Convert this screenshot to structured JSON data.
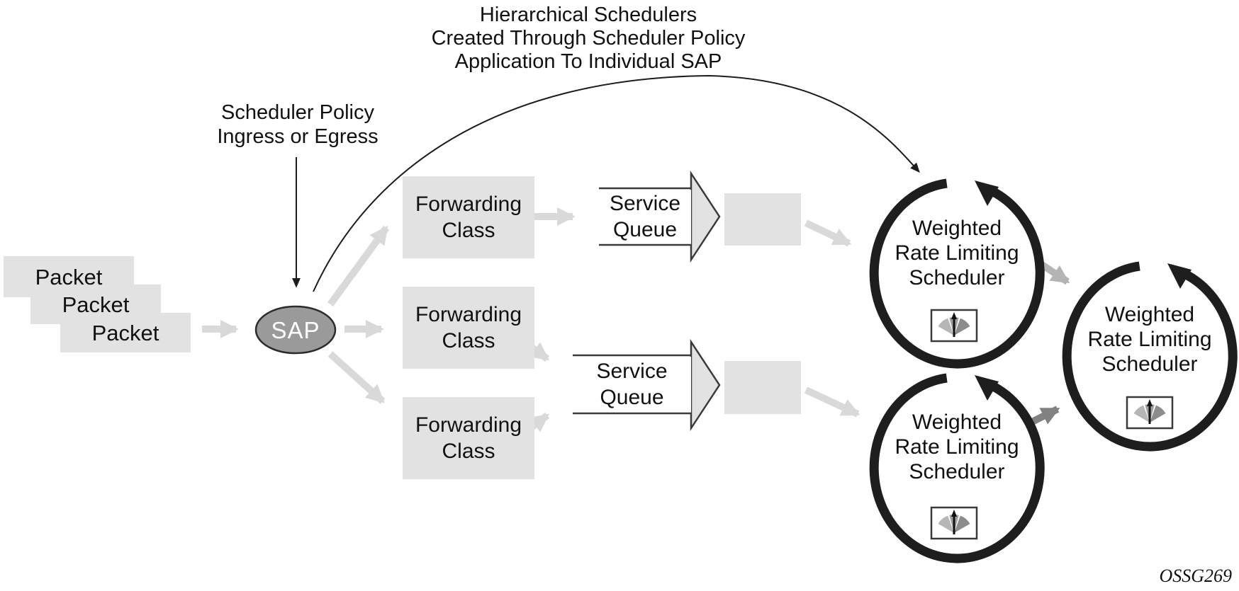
{
  "diagram": {
    "title": "Hierarchical Schedulers\nCreated Through Scheduler Policy\nApplication To Individual SAP",
    "scheduler_policy_label": "Scheduler Policy\nIngress or Egress",
    "packets": [
      {
        "label": "Packet"
      },
      {
        "label": "Packet"
      },
      {
        "label": "Packet"
      }
    ],
    "sap_label": "SAP",
    "forwarding_classes": [
      {
        "label": "Forwarding\nClass"
      },
      {
        "label": "Forwarding\nClass"
      },
      {
        "label": "Forwarding\nClass"
      }
    ],
    "service_queues": [
      {
        "label": "Service\nQueue"
      },
      {
        "label": "Service\nQueue"
      }
    ],
    "schedulers": [
      {
        "label": "Weighted\nRate Limiting\nScheduler"
      },
      {
        "label": "Weighted\nRate Limiting\nScheduler"
      },
      {
        "label": "Weighted\nRate Limiting\nScheduler"
      }
    ],
    "figure_id": "OSSG269",
    "colors": {
      "box_fill": "#e2e2e2",
      "arrow_light": "#d9d9d9",
      "arrow_mid": "#b4b4b4",
      "arrow_dark": "#828282",
      "sap_fill": "#9a9a9a",
      "ring": "#1e1e1e",
      "outline": "#3a3a3a",
      "gauge_light": "#b6b6b6",
      "gauge_mid": "#9f9f9f",
      "gauge_dark": "#8c8c8c",
      "text": "#111111"
    }
  }
}
